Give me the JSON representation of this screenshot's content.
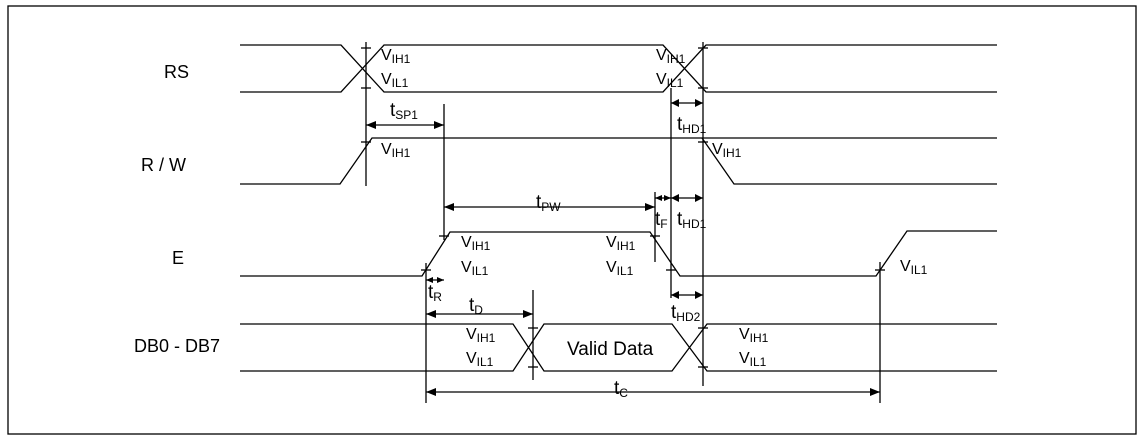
{
  "signals": {
    "rs": "RS",
    "rw": "R / W",
    "e": "E",
    "db": "DB0 - DB7"
  },
  "levels": {
    "vih1": {
      "main": "V",
      "sub": "IH1"
    },
    "vil1": {
      "main": "V",
      "sub": "IL1"
    }
  },
  "timing": {
    "tsp1": {
      "main": "t",
      "sub": "SP1"
    },
    "thd1": {
      "main": "t",
      "sub": "HD1"
    },
    "tpw": {
      "main": "t",
      "sub": "PW"
    },
    "tf": {
      "main": "t",
      "sub": "F"
    },
    "tr": {
      "main": "t",
      "sub": "R"
    },
    "td": {
      "main": "t",
      "sub": "D"
    },
    "thd2": {
      "main": "t",
      "sub": "HD2"
    },
    "tc": {
      "main": "t",
      "sub": "C"
    }
  },
  "valid_data": "Valid Data"
}
